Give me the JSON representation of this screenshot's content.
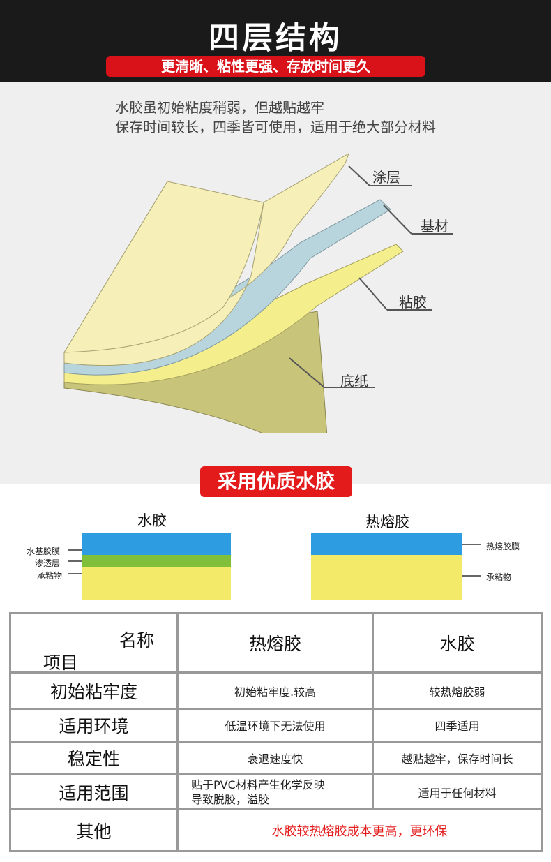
{
  "header": {
    "title": "四层结构",
    "subtitle": "更清晰、粘性更强、存放时间更久"
  },
  "intro": {
    "line1": "水胶虽初始粘度稍弱，但越贴越牢",
    "line2": "保存时间较长，四季皆可使用，适用于绝大部分材料"
  },
  "layers": {
    "coating": "涂层",
    "substrate": "基材",
    "adhesive": "粘胶",
    "liner": "底纸"
  },
  "badge": "采用优质水胶",
  "compare": {
    "left_title": "水胶",
    "right_title": "热熔胶",
    "left_labels": [
      "水基胶膜",
      "渗透层",
      "承粘物"
    ],
    "right_labels": [
      "热熔胶膜",
      "承粘物"
    ],
    "colors": {
      "film": "#2e9ce0",
      "penetration": "#7fbf3a",
      "base": "#f3ea6a"
    }
  },
  "table": {
    "corner_top": "名称",
    "corner_bottom": "项目",
    "col1": "热熔胶",
    "col2": "水胶",
    "rows": [
      {
        "label": "初始粘牢度",
        "hot": "初始粘牢度.较高",
        "water": "较热熔胶弱"
      },
      {
        "label": "适用环境",
        "hot": "低温环境下无法使用",
        "water": "四季适用"
      },
      {
        "label": "稳定性",
        "hot": "衰退速度快",
        "water": "越贴越牢，保存时间长"
      },
      {
        "label": "适用范围",
        "hot": "贴于PVC材料产生化学反映\n导致脱胶，溢胶",
        "water": "适用于任何材料"
      }
    ],
    "other_label": "其他",
    "other_value": "水胶较热熔胶成本更高，更环保"
  }
}
